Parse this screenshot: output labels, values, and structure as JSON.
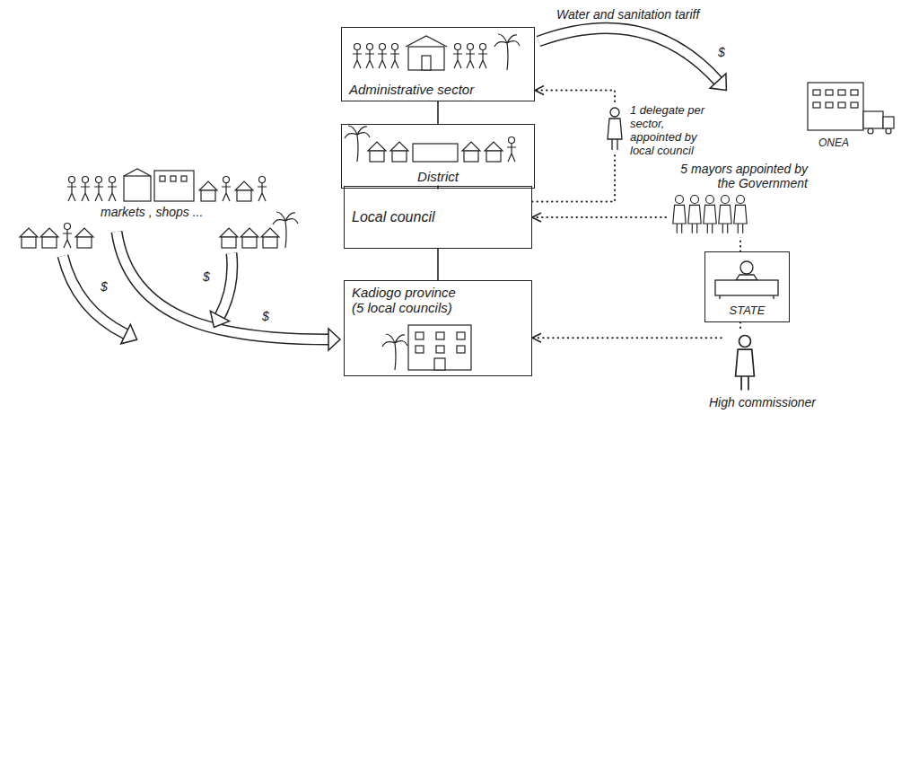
{
  "diagram": {
    "nodes": [
      {
        "text": [
          "Administrative sector"
        ]
      },
      {
        "text": [
          "District"
        ]
      },
      {
        "text": [
          "Local council"
        ]
      },
      {
        "text": [
          "STATE"
        ]
      },
      {
        "text": [
          "Kadiogo province (5 local councils)"
        ]
      }
    ],
    "edges": [
      {
        "from": 0,
        "to": 1,
        "arrow": "none"
      },
      {
        "from": 1,
        "to": 2,
        "arrow": "none"
      },
      {
        "from": 2,
        "to": 4,
        "arrow": "none"
      },
      {
        "from": 3,
        "to": 2,
        "arrow": "to"
      },
      {
        "from": 3,
        "to": 4,
        "arrow": "to"
      },
      {
        "from": 2,
        "to": 0,
        "arrow": "to"
      }
    ],
    "labels": [
      "Water and sanitation tariff",
      "$",
      "ONEA",
      "markets , shops ...",
      "$",
      "$",
      "$",
      "1 delegate per sector, appointed by local council",
      "5 mayors appointed by the Government",
      "High commissioner"
    ]
  }
}
